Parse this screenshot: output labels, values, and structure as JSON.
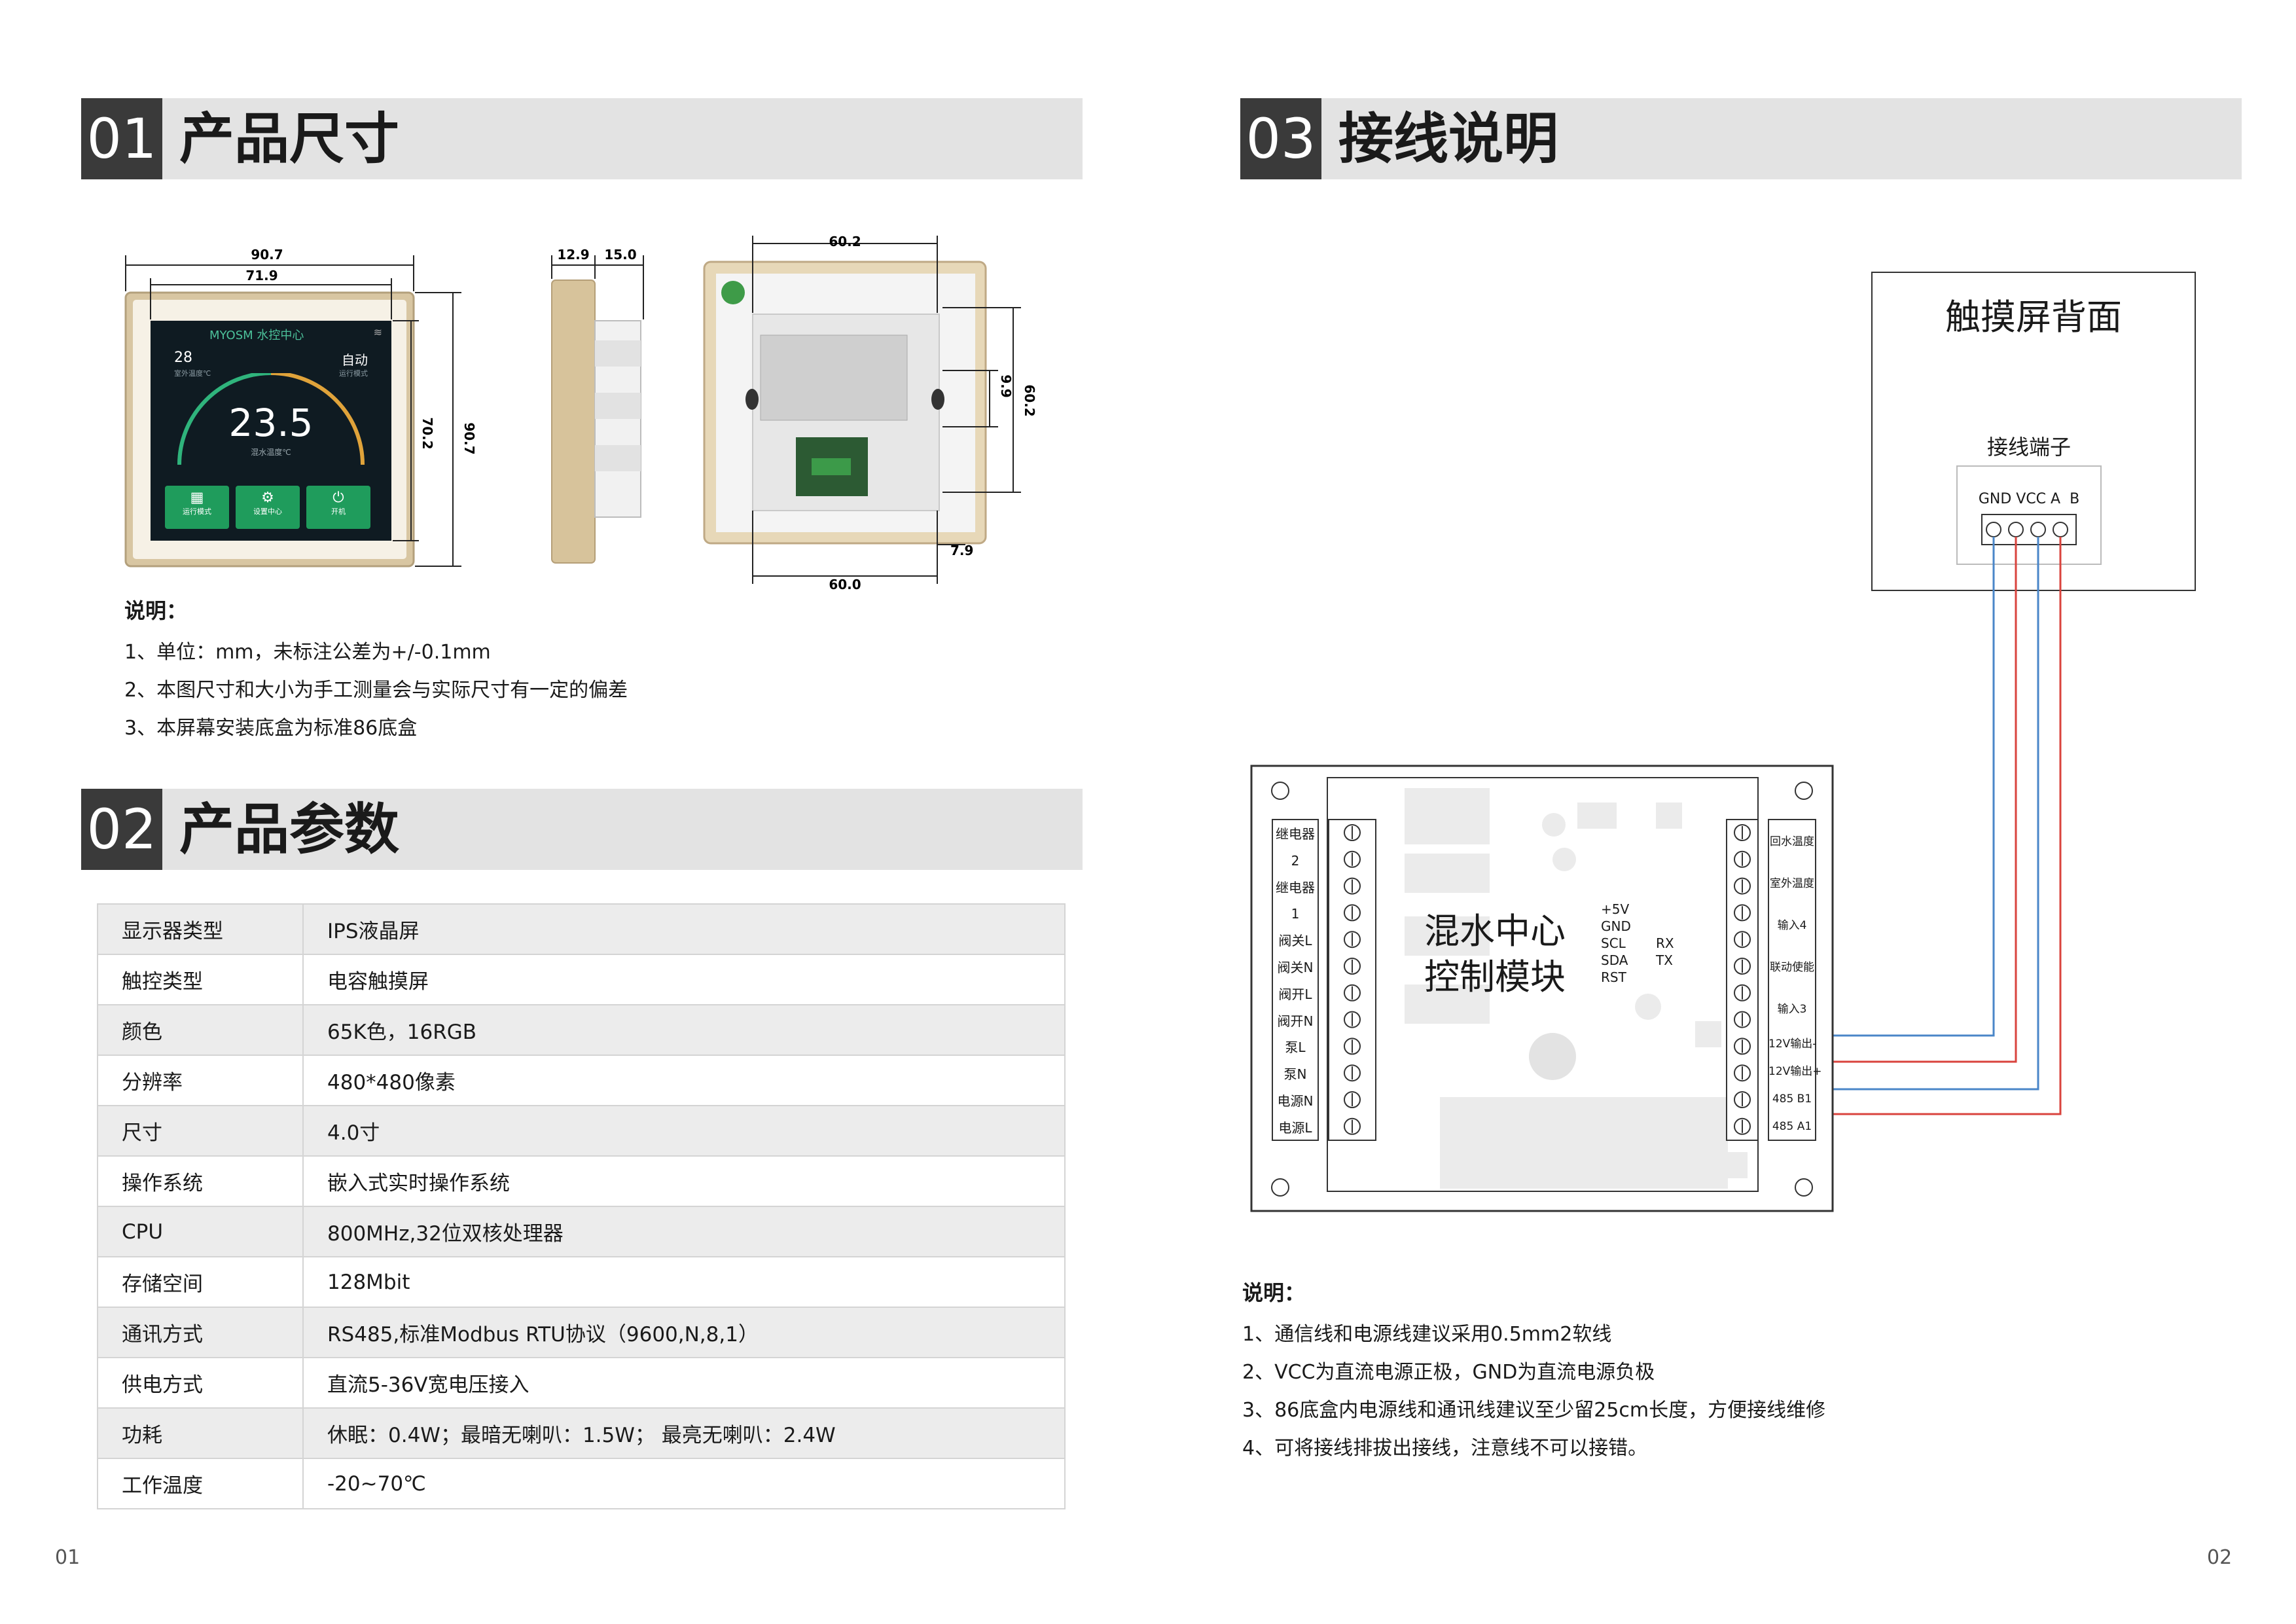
{
  "sections": {
    "size": {
      "num": "01",
      "title": "产品尺寸"
    },
    "params": {
      "num": "02",
      "title": "产品参数"
    },
    "wiring": {
      "num": "03",
      "title": "接线说明"
    }
  },
  "dimensions": {
    "front": {
      "w_outer": "90.7",
      "w_inner": "71.9",
      "h_inner": "70.2",
      "h_outer": "90.7"
    },
    "side": {
      "d1": "12.9",
      "d2": "15.0"
    },
    "back": {
      "top": "60.2",
      "bottom": "60.0",
      "h_small": "9.9",
      "h_big": "60.2",
      "offset": "7.9"
    }
  },
  "screen": {
    "brand": "MYOSM 水控中心",
    "outdoor_value": "28",
    "outdoor_label": "室外温度℃",
    "mode_value": "自动",
    "mode_label": "运行模式",
    "main_value": "23.5",
    "main_label": "混水温度℃",
    "buttons": [
      "运行模式",
      "设置中心",
      "开机"
    ]
  },
  "notes_size": {
    "heading": "说明：",
    "items": [
      "1、单位：mm，未标注公差为+/-0.1mm",
      "2、本图尺寸和大小为手工测量会与实际尺寸有一定的偏差",
      "3、本屏幕安装底盒为标准86底盒"
    ]
  },
  "params_table": [
    {
      "k": "显示器类型",
      "v": "IPS液晶屏"
    },
    {
      "k": "触控类型",
      "v": "电容触摸屏"
    },
    {
      "k": "颜色",
      "v": "65K色，16RGB"
    },
    {
      "k": "分辨率",
      "v": "480*480像素"
    },
    {
      "k": "尺寸",
      "v": "4.0寸"
    },
    {
      "k": "操作系统",
      "v": "嵌入式实时操作系统"
    },
    {
      "k": "CPU",
      "v": "800MHz,32位双核处理器"
    },
    {
      "k": "存储空间",
      "v": "128Mbit"
    },
    {
      "k": "通讯方式",
      "v": "RS485,标准Modbus RTU协议（9600,N,8,1）"
    },
    {
      "k": "供电方式",
      "v": "直流5-36V宽电压接入"
    },
    {
      "k": "功耗",
      "v": "休眠：0.4W；最暗无喇叭：1.5W；   最亮无喇叭：2.4W"
    },
    {
      "k": "工作温度",
      "v": "-20~70℃"
    }
  ],
  "wiring": {
    "screen_back_title": "触摸屏背面",
    "terminal_label": "接线端子",
    "terminal_pins": "GND VCC A  B",
    "module_title_1": "混水中心",
    "module_title_2": "控制模块",
    "left_terminals": [
      "继电器",
      "2",
      "继电器",
      "1",
      "阀关L",
      "阀关N",
      "阀开L",
      "阀开N",
      "泵L",
      "泵N",
      "电源N",
      "电源L"
    ],
    "right_terminals": [
      "回水温度",
      "室外温度",
      "输入4",
      "联动使能",
      "输入3",
      "12V输出-",
      "12V输出+",
      "485 B1",
      "485 A1"
    ],
    "io_left": [
      "+5V",
      "GND",
      "SCL",
      "SDA",
      "RST"
    ],
    "io_right": [
      "RX",
      "TX"
    ],
    "wire_colors": {
      "gnd": "#4a86c8",
      "vcc": "#d9433d",
      "a": "#d9433d",
      "b": "#4a86c8"
    }
  },
  "notes_wiring": {
    "heading": "说明：",
    "items": [
      "1、通信线和电源线建议采用0.5mm2软线",
      "2、VCC为直流电源正极，GND为直流电源负极",
      "3、86底盒内电源线和通讯线建议至少留25cm长度，方便接线维修",
      "4、可将接线排拔出接线，注意线不可以接错。"
    ]
  },
  "page_numbers": {
    "left": "01",
    "right": "02"
  }
}
